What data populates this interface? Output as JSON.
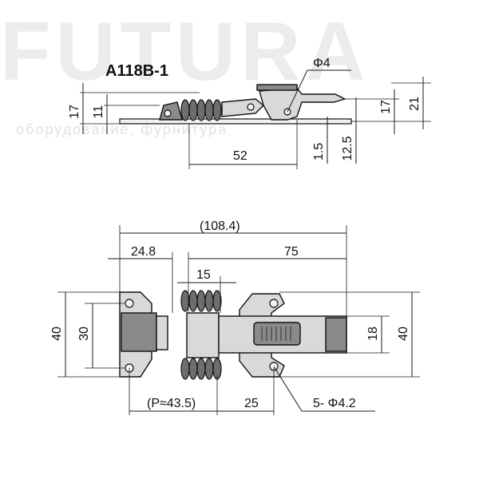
{
  "watermark": {
    "brand": "FUTURA",
    "tagline": "оборудование, фурнитура"
  },
  "title": "A118B-1",
  "side_view": {
    "hole_diameter": "Φ4",
    "dim_17_left": "17",
    "dim_11": "11",
    "dim_52": "52",
    "dim_1_5": "1.5",
    "dim_12_5": "12.5",
    "dim_17_right": "17",
    "dim_21": "21"
  },
  "top_view": {
    "dim_overall": "(108.4)",
    "dim_24_8": "24.8",
    "dim_75": "75",
    "dim_15": "15",
    "dim_40_left": "40",
    "dim_30": "30",
    "dim_18": "18",
    "dim_40_right": "40",
    "dim_pitch": "(P≈43.5)",
    "dim_25": "25",
    "holes_note": "5- Φ4.2"
  }
}
